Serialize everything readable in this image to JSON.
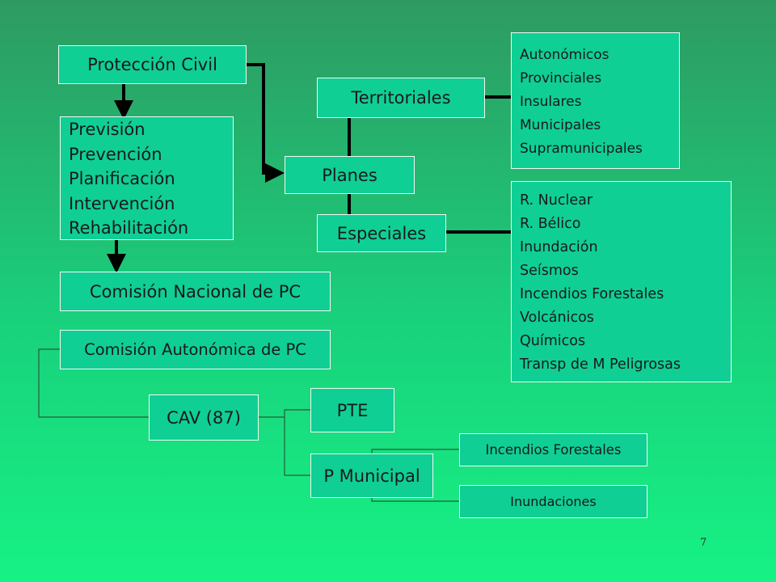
{
  "proteccion_civil": "Protección Civil",
  "fases": [
    "Previsión",
    "Prevención",
    "Planificación",
    "Intervención",
    "Rehabilitación"
  ],
  "comision_nacional": "Comisión Nacional de PC",
  "comision_autonomica": "Comisión Autonómica de PC",
  "cav": "CAV (87)",
  "pte": "PTE",
  "p_municipal": "P Municipal",
  "incendios_forestales": "Incendios Forestales",
  "inundaciones": "Inundaciones",
  "planes": "Planes",
  "territoriales": "Territoriales",
  "especiales": "Especiales",
  "territoriales_tipos": [
    "Autonómicos",
    "Provinciales",
    "Insulares",
    "Municipales",
    "Supramunicipales"
  ],
  "especiales_tipos": [
    "R. Nuclear",
    "R. Bélico",
    "Inundación",
    "Seísmos",
    "Incendios Forestales",
    "Volcánicos",
    "Químicos",
    "Transp de M Peligrosas"
  ],
  "page_number": "7"
}
